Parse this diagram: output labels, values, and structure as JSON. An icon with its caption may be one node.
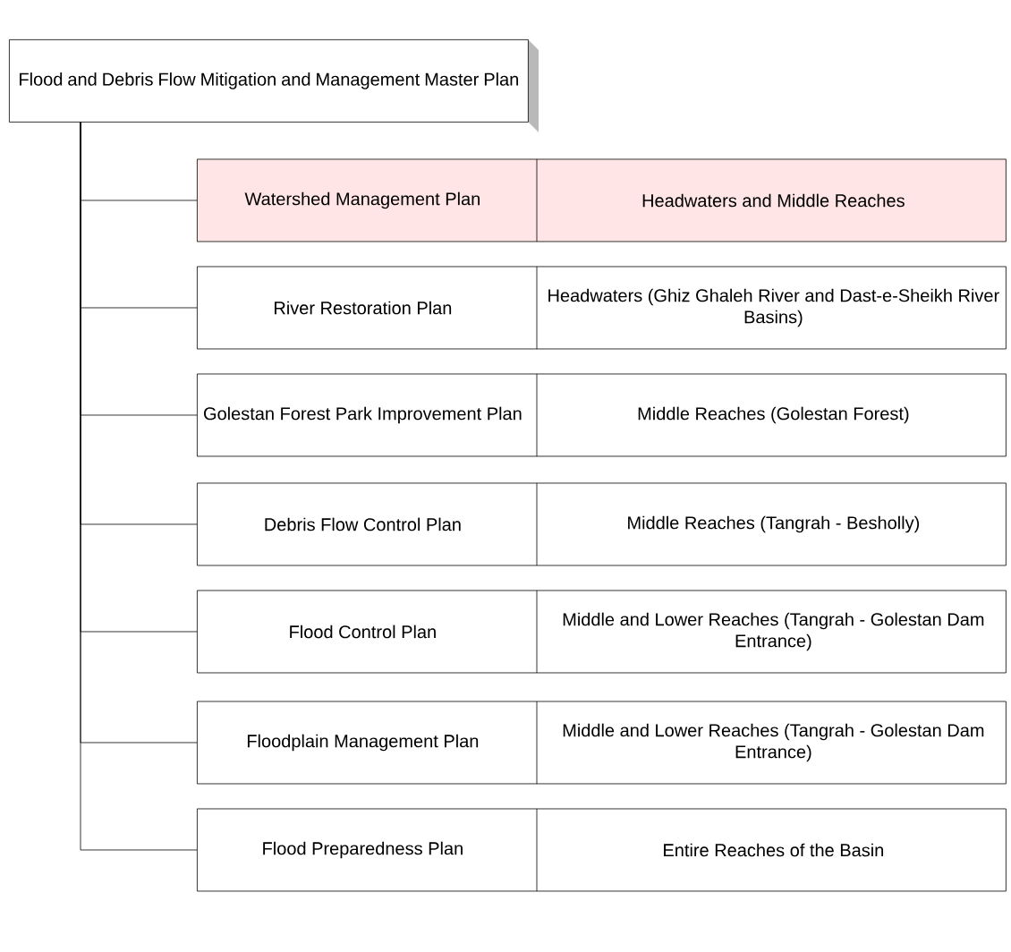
{
  "diagram": {
    "nodes": [
      {
        "text": [
          "Flood and Debris Flow Mitigation and Management Master Plan"
        ]
      },
      {
        "text": [
          "Watershed Management Plan",
          "Headwaters and Middle Reaches"
        ]
      },
      {
        "text": [
          "River Restoration Plan",
          "Headwaters (Ghiz Ghaleh River and Dast-e-Sheikh River Basins)"
        ]
      },
      {
        "text": [
          "Golestan Forest Park Improvement Plan",
          "Middle Reaches (Golestan Forest)"
        ]
      },
      {
        "text": [
          "Debris Flow Control Plan",
          "Middle Reaches (Tangrah - Besholly)"
        ]
      },
      {
        "text": [
          "Flood Control Plan",
          "Middle and Lower Reaches (Tangrah - Golestan Dam Entrance)"
        ]
      },
      {
        "text": [
          "Floodplain Management Plan",
          "Middle and Lower Reaches (Tangrah - Golestan Dam Entrance)"
        ]
      },
      {
        "text": [
          "Flood Preparedness Plan",
          "Entire Reaches of the Basin"
        ]
      }
    ],
    "edges": [
      {
        "from": 0,
        "to": 1,
        "arrow": "none"
      },
      {
        "from": 0,
        "to": 2,
        "arrow": "none"
      },
      {
        "from": 0,
        "to": 3,
        "arrow": "none"
      },
      {
        "from": 0,
        "to": 4,
        "arrow": "none"
      },
      {
        "from": 0,
        "to": 5,
        "arrow": "none"
      },
      {
        "from": 0,
        "to": 6,
        "arrow": "none"
      },
      {
        "from": 0,
        "to": 7,
        "arrow": "none"
      }
    ]
  }
}
